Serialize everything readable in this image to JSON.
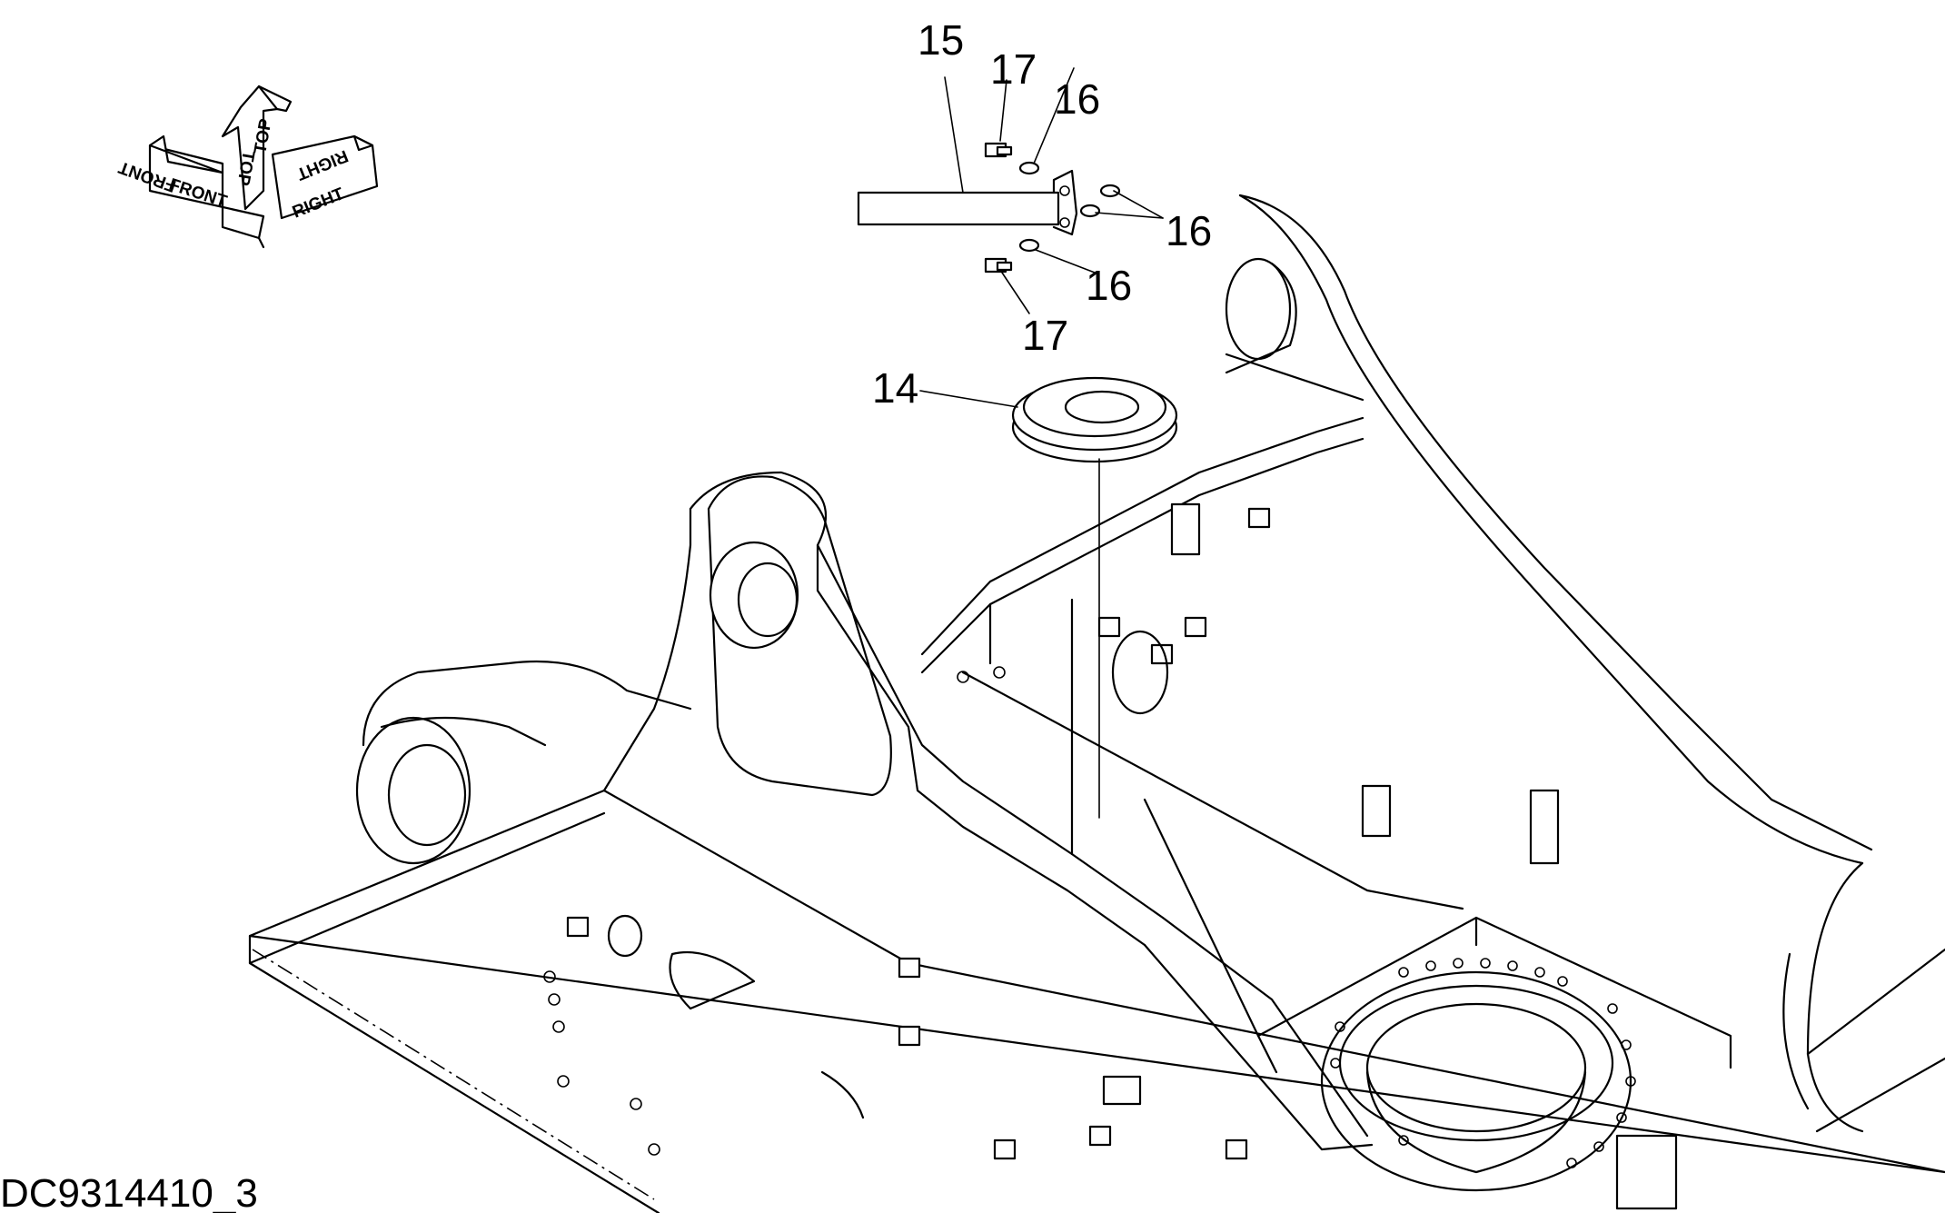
{
  "orientation_marker": {
    "front_label": "FRONT",
    "top_label": "TOP",
    "right_label": "RIGHT"
  },
  "callouts": {
    "c14": "14",
    "c15": "15",
    "c16_upper": "16",
    "c16_right": "16",
    "c16_lower": "16",
    "c17_upper": "17",
    "c17_lower": "17"
  },
  "drawing_id": "DC9314410_3"
}
